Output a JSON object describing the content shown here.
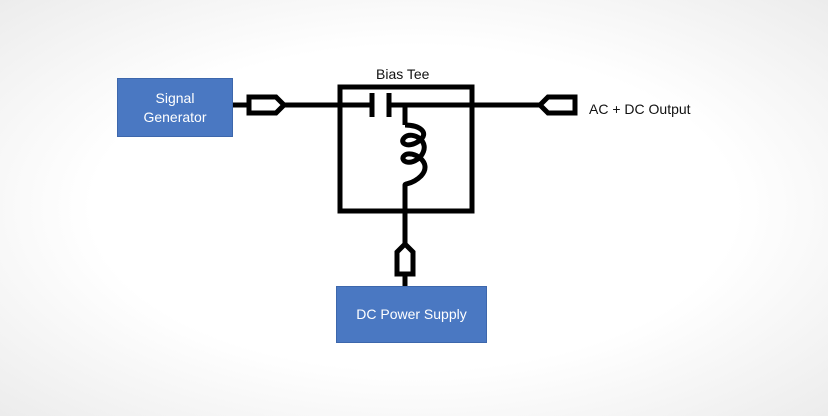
{
  "diagram": {
    "title": "Bias Tee",
    "signal_generator": {
      "line1": "Signal",
      "line2": "Generator"
    },
    "dc_power_supply": "DC Power Supply",
    "output_label": "AC + DC Output",
    "colors": {
      "box_fill": "#4a78c2",
      "box_text": "#ffffff",
      "wire": "#000000"
    },
    "components": [
      "capacitor-icon",
      "inductor-icon",
      "connector-icon"
    ]
  }
}
